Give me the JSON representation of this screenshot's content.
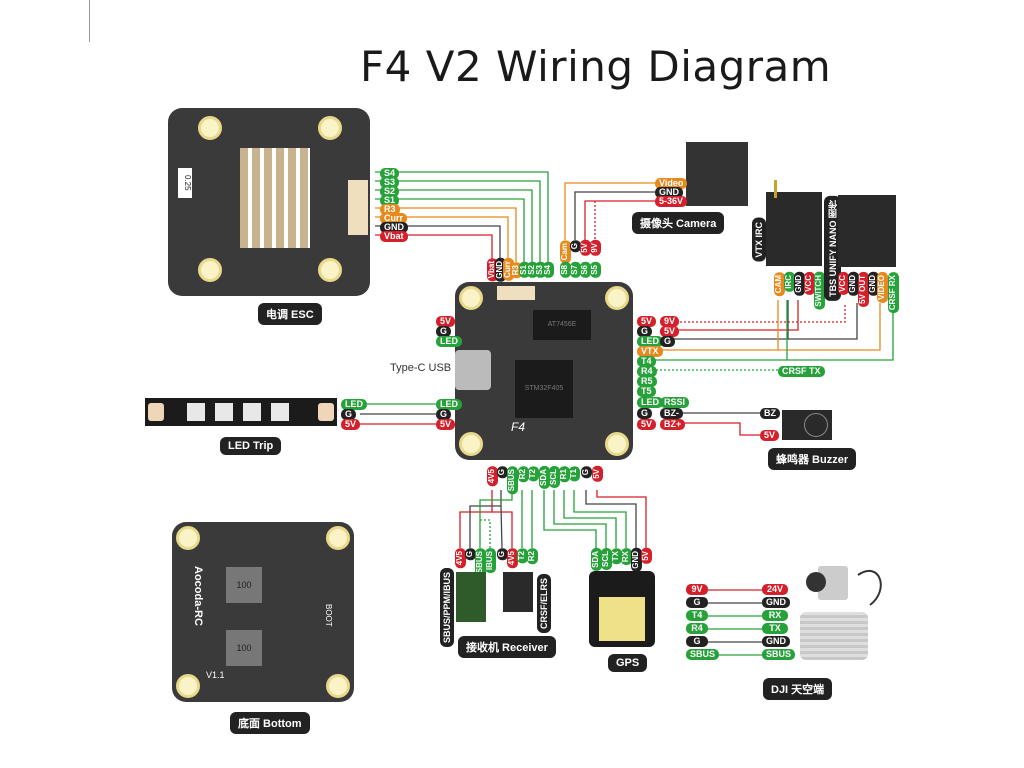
{
  "title": "F4 V2 Wiring Diagram",
  "colors": {
    "power": "#d3202b",
    "ground": "#222222",
    "signal": "#27a23a",
    "video": "#e78a1e"
  },
  "esc": {
    "caption": "电调 ESC",
    "resistor_label": "0.25",
    "pins": [
      "S4",
      "S3",
      "S2",
      "S1",
      "R3",
      "Curr",
      "GND",
      "Vbat"
    ]
  },
  "fc_top_pins_left": [
    "Vbat",
    "GND",
    "Curr",
    "R3",
    "S1",
    "S2",
    "S3",
    "S4"
  ],
  "fc_top_pins_right": [
    "Cam",
    "G",
    "5V",
    "9V"
  ],
  "fc_top_pads_right": [
    "S8",
    "S7",
    "S6",
    "S5"
  ],
  "camera": {
    "caption": "摄像头 Camera",
    "pins": [
      "Video",
      "GND",
      "5-36V"
    ]
  },
  "vtx": {
    "label": "VTX IRC",
    "pins": [
      "CAM",
      "IRC",
      "GND",
      "VCC",
      "SWITCH"
    ]
  },
  "tbs": {
    "label": "TBS UNIFY NANO 图传",
    "pins": [
      "VCC",
      "GND",
      "5V OUT",
      "GND",
      "VIDEO",
      "CRSF RX"
    ]
  },
  "fc_left_pins": [
    "5V",
    "G",
    "LED"
  ],
  "usb_label": "Type-C USB",
  "fc_right_pins": [
    "5V",
    "G",
    "LED",
    "VTX",
    "T4",
    "R4",
    "R5",
    "T5",
    "LED",
    "G",
    "5V"
  ],
  "fc_right_targets": [
    "9V",
    "5V",
    "G",
    "",
    "",
    "",
    "",
    "",
    "RSSI",
    "BZ-",
    "BZ+"
  ],
  "crsf_tx": "CRSF TX",
  "led_strip": {
    "caption": "LED Trip",
    "pins": [
      "LED",
      "G",
      "5V"
    ],
    "fc_pins": [
      "LED",
      "G",
      "5V"
    ]
  },
  "buzzer": {
    "caption": "蜂鸣器 Buzzer",
    "pins": [
      "BZ",
      "5V"
    ]
  },
  "fc_bottom_pins": [
    "4V5",
    "G",
    "SBUS",
    "R2",
    "T2",
    "SDA",
    "SCL",
    "R1",
    "T1",
    "G",
    "5V"
  ],
  "receiver": {
    "caption": "接收机 Receiver",
    "left_label": "SBUS/PPM/IBUS",
    "right_label": "CRSF/ELRS",
    "pins": [
      "4V5",
      "G",
      "SBUS",
      "IBUS",
      "G",
      "4V5",
      "T2",
      "R2"
    ]
  },
  "gps": {
    "caption": "GPS",
    "pins": [
      "SDA",
      "SCL",
      "TX",
      "RX",
      "GND",
      "5V"
    ],
    "pad_labels": [
      "SDA",
      "SCL",
      "TX",
      "RX",
      "GND",
      "5V"
    ]
  },
  "dji": {
    "caption": "DJI 天空端",
    "rows": [
      {
        "fc": "9V",
        "dji": "24V",
        "type": "power"
      },
      {
        "fc": "G",
        "dji": "GND",
        "type": "ground"
      },
      {
        "fc": "T4",
        "dji": "RX",
        "type": "signal"
      },
      {
        "fc": "R4",
        "dji": "TX",
        "type": "signal"
      },
      {
        "fc": "G",
        "dji": "GND",
        "type": "ground"
      },
      {
        "fc": "SBUS",
        "dji": "SBUS",
        "type": "signal"
      }
    ]
  },
  "bottom_board": {
    "caption": "底面 Bottom",
    "brand": "Aocoda-RC",
    "version": "V1.1",
    "boot_label": "BOOT",
    "inductor_label": "100"
  },
  "fc_board": {
    "mcu_text": "STM32F405",
    "osd_text": "AT7456E",
    "f4_mark": "F4"
  }
}
